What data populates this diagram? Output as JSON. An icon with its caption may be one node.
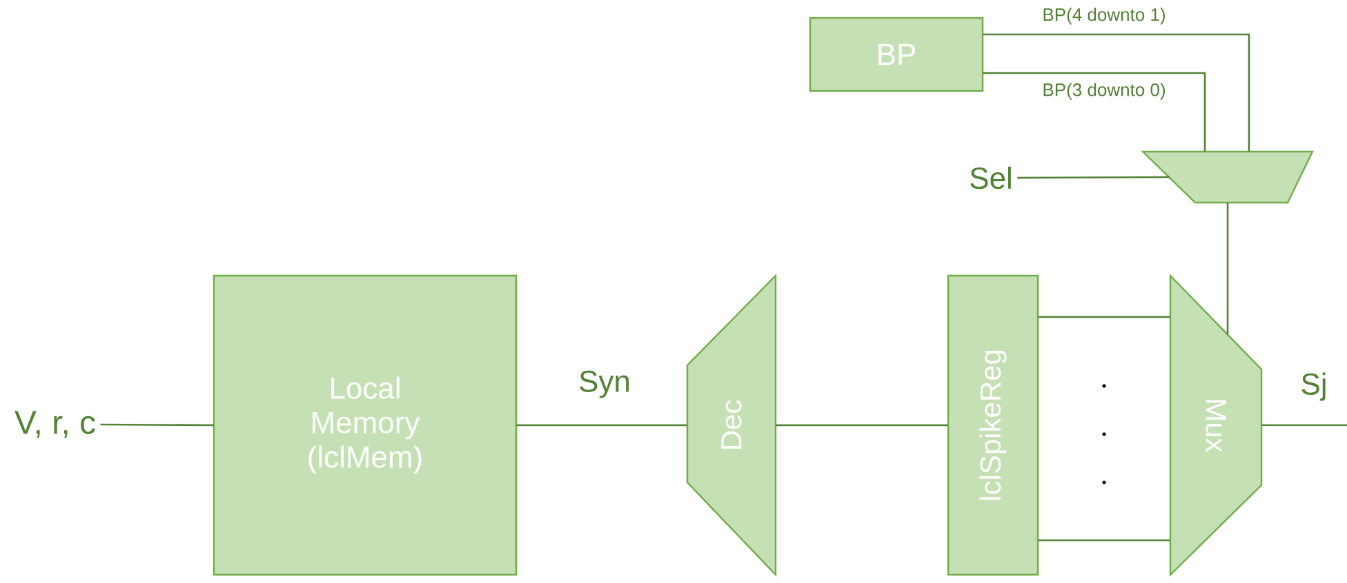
{
  "diagram": {
    "nodes": [
      {
        "text": [
          "V, r, c"
        ]
      },
      {
        "text": [
          "Local Memory (lclMem)"
        ]
      },
      {
        "text": [
          "Dec"
        ]
      },
      {
        "text": [
          "lclSpikeReg"
        ]
      },
      {
        "text": [
          "Mux"
        ]
      },
      {
        "text": [
          "BP"
        ]
      },
      {
        "text": [],
        "shape": "trapezoid"
      },
      {
        "text": [
          "Sel"
        ]
      }
    ],
    "edges": [
      {
        "from": 0,
        "to": 1,
        "arrow": "none"
      },
      {
        "from": 1,
        "to": 2,
        "arrow": "none",
        "label": "Syn"
      },
      {
        "from": 2,
        "to": 3,
        "arrow": "none"
      },
      {
        "from": 3,
        "to": 4,
        "arrow": "none"
      },
      {
        "from": 3,
        "to": 4,
        "arrow": "none"
      },
      {
        "from": 5,
        "to": 6,
        "arrow": "none",
        "label": "BP(4 downto 1)"
      },
      {
        "from": 5,
        "to": 6,
        "arrow": "none",
        "label": "BP(3 downto 0)"
      },
      {
        "from": 7,
        "to": 6,
        "arrow": "none"
      },
      {
        "from": 6,
        "to": 4,
        "arrow": "none"
      },
      {
        "from": 4,
        "to": null,
        "arrow": "none",
        "label": "Sj"
      }
    ]
  }
}
